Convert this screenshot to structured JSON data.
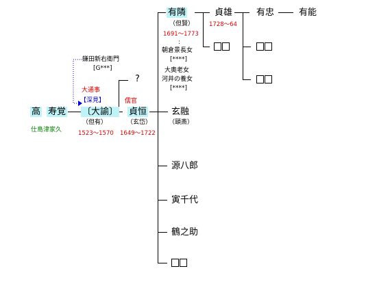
{
  "people": {
    "taka": "高",
    "toshikaku": "寿覚",
    "toshikaku_note": "仕島津家久",
    "daiyu": "〔大諭〕",
    "daiyu_alias": "（但有）",
    "daiyu_years": "1523〜1570",
    "daiyu_title": "大通事",
    "daiyu_alt": "【深見】",
    "kamata": "鎌田新右衛門",
    "kamata_code": "[G***]",
    "unknown": "?",
    "juyu": "儒官",
    "sadatsune": "貞恒",
    "sadatsune_alias": "（玄岱）",
    "sadatsune_years": "1649〜1722",
    "arikon": "有隣",
    "arikon_alias": "（但賢）",
    "arikon_years": "1691〜1773",
    "asakura": "朝倉景長女",
    "asakura_code": "[****]",
    "ooku": "大奥老女",
    "kawai": "河井の養女",
    "kawai_code": "[****]",
    "sadao": "貞雄",
    "sadao_years": "1728〜64",
    "arikichi": "有忠",
    "arinou": "有能",
    "genyu": "玄融",
    "genyu_alias": "（頤斎）",
    "genhachi": "源八郎",
    "torachiyo": "寅千代",
    "tsurunosuke": "鶴之助"
  },
  "colors": {
    "highlight": "#bff3f8",
    "red": "#d40000",
    "green": "#008000",
    "blue": "#0000cc"
  }
}
